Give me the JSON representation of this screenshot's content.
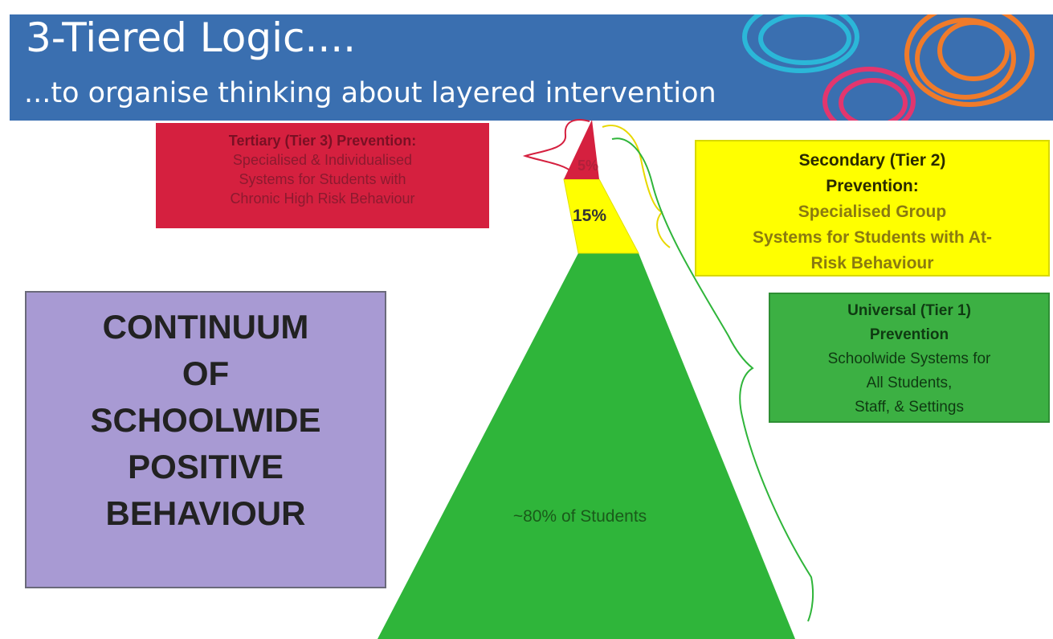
{
  "header": {
    "title": "3-Tiered Logic....",
    "subtitle": "...to organise thinking about layered intervention"
  },
  "tiers": {
    "tertiary": {
      "heading": "Tertiary (Tier 3) Prevention:",
      "lines": [
        "Specialised & Individualised",
        "Systems for Students with",
        "Chronic High Risk Behaviour"
      ],
      "percent": "5%"
    },
    "secondary": {
      "heading_lines": [
        "Secondary (Tier 2)",
        "Prevention:"
      ],
      "lines": [
        "Specialised Group",
        "Systems for Students with At-",
        "Risk Behaviour"
      ],
      "percent": "15%"
    },
    "universal": {
      "heading_lines": [
        "Universal (Tier 1)",
        "Prevention"
      ],
      "lines": [
        "Schoolwide Systems for",
        "All Students,",
        "Staff, & Settings"
      ],
      "percent": "~80% of Students"
    }
  },
  "continuum": {
    "lines": [
      "CONTINUUM",
      "OF",
      "SCHOOLWIDE",
      "POSITIVE",
      "BEHAVIOUR"
    ]
  },
  "colors": {
    "header_bg": "#3a6fb0",
    "tier3": "#d5203f",
    "tier2": "#ffff00",
    "tier1": "#2fb53a",
    "continuum_bg": "#a89ad3"
  }
}
